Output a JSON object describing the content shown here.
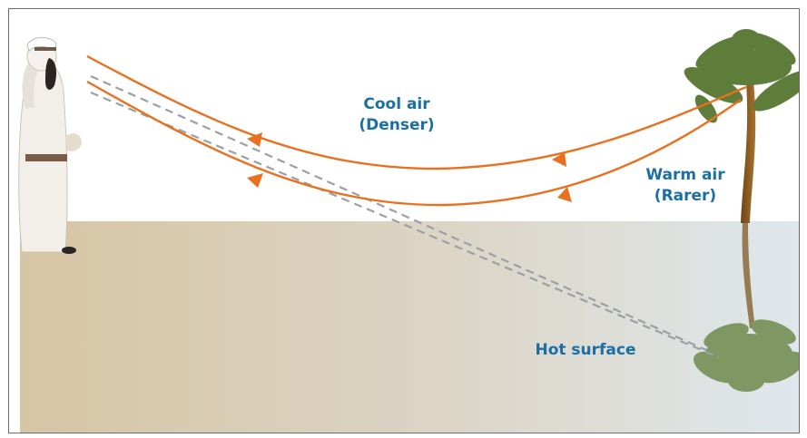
{
  "labels": {
    "cool_air_line1": "Cool air",
    "cool_air_line2": "(Denser)",
    "warm_air_line1": "Warm air",
    "warm_air_line2": "(Rarer)",
    "hot_surface": "Hot surface"
  },
  "colors": {
    "label_text": "#1b6fa3",
    "light_ray": "#e8701f",
    "apparent_ray": "#9aa0a5",
    "sky": "#ffffff",
    "sand_left": "#d8c8a8",
    "sand_right": "#dfe6ea",
    "palm_leaves": "#5e7d3a",
    "palm_trunk": "#8a5a22",
    "robe": "#f2efe9"
  },
  "icons": [
    "observer-figure",
    "palm-tree",
    "palm-reflection",
    "arrowhead-icon"
  ]
}
